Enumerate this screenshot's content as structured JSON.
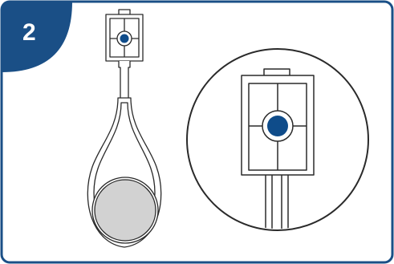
{
  "step": {
    "number": "2"
  },
  "colors": {
    "frame": "#1a4f86",
    "badge": "#1a4f86",
    "badge_text": "#ffffff",
    "outline": "#2a2a2a",
    "disc_fill": "#d2d2d2",
    "dot_fill": "#0f4c8a"
  },
  "icons": {
    "device": "device-with-round-pad",
    "zoom": "magnified-sensor-window"
  }
}
